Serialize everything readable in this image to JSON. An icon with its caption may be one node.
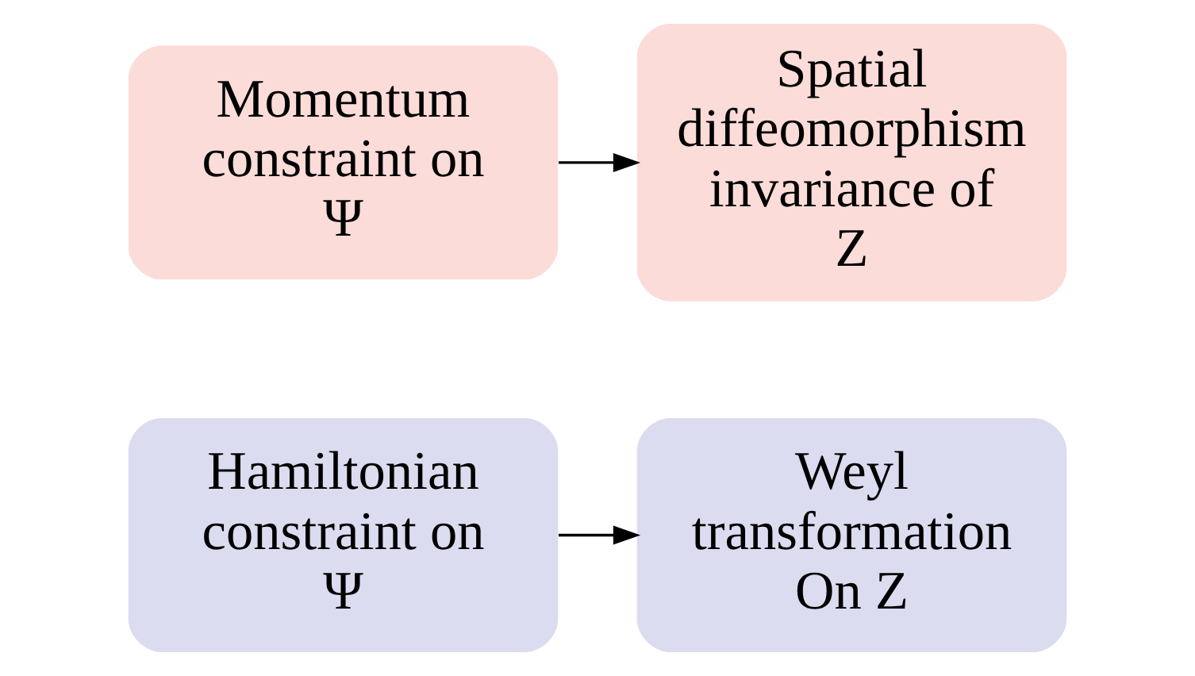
{
  "diagram": {
    "nodes": [
      {
        "text": [
          "Hamiltonian constraint on Ψ"
        ]
      },
      {
        "text": [
          "Weyl transformation On Z"
        ]
      },
      {
        "text": [
          "Momentum constraint on Ψ"
        ]
      },
      {
        "text": [
          "Spatial diffeomorphism invariance of Z"
        ]
      }
    ],
    "edges": [
      {
        "from": 0,
        "to": 1,
        "arrow": "to"
      },
      {
        "from": 2,
        "to": 3,
        "arrow": "to"
      }
    ]
  }
}
